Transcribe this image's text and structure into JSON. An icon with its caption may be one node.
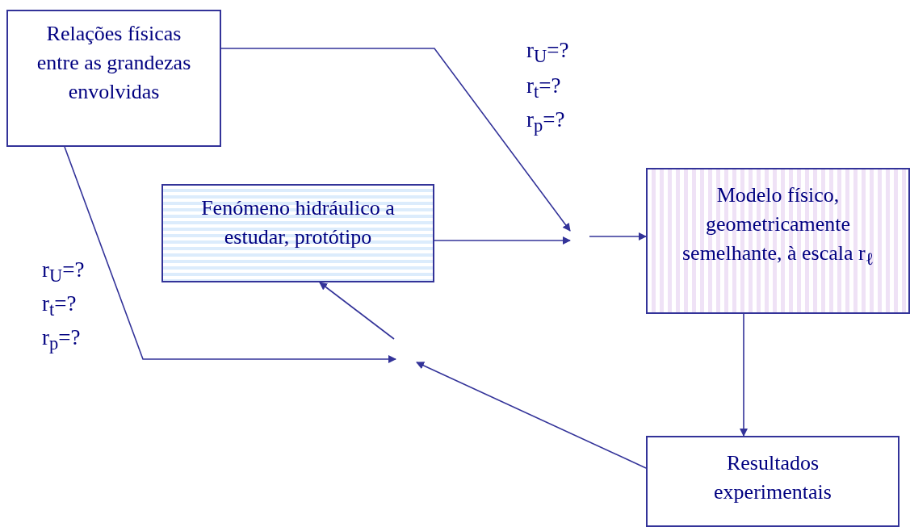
{
  "diagram": {
    "nodes": [
      {
        "text": [
          "Relações físicas entre as grandezas envolvidas"
        ]
      },
      {
        "text": [
          "Fenómeno hidráulico a estudar, protótipo"
        ]
      },
      {
        "text": [
          "Modelo físico, geometricamente semelhante, à escala r$_{ℓ}$"
        ]
      },
      {
        "text": [
          "Resultados experimentais"
        ]
      }
    ],
    "edges": [
      {
        "from": 0,
        "to": null,
        "arrow": "to"
      },
      {
        "from": 1,
        "to": null,
        "arrow": "to"
      },
      {
        "from": null,
        "to": 2,
        "arrow": "to"
      },
      {
        "from": 2,
        "to": 3,
        "arrow": "to"
      },
      {
        "from": 3,
        "to": null,
        "arrow": "to"
      },
      {
        "from": null,
        "to": 1,
        "arrow": "to"
      },
      {
        "from": 0,
        "to": null,
        "arrow": "to"
      }
    ],
    "labels": [
      "r$_{U}$=?",
      "r$_{t}$=?",
      "r$_{p}$=?",
      "r$_{U}$=?",
      "r$_{t}$=?",
      "r$_{p}$=?"
    ]
  }
}
